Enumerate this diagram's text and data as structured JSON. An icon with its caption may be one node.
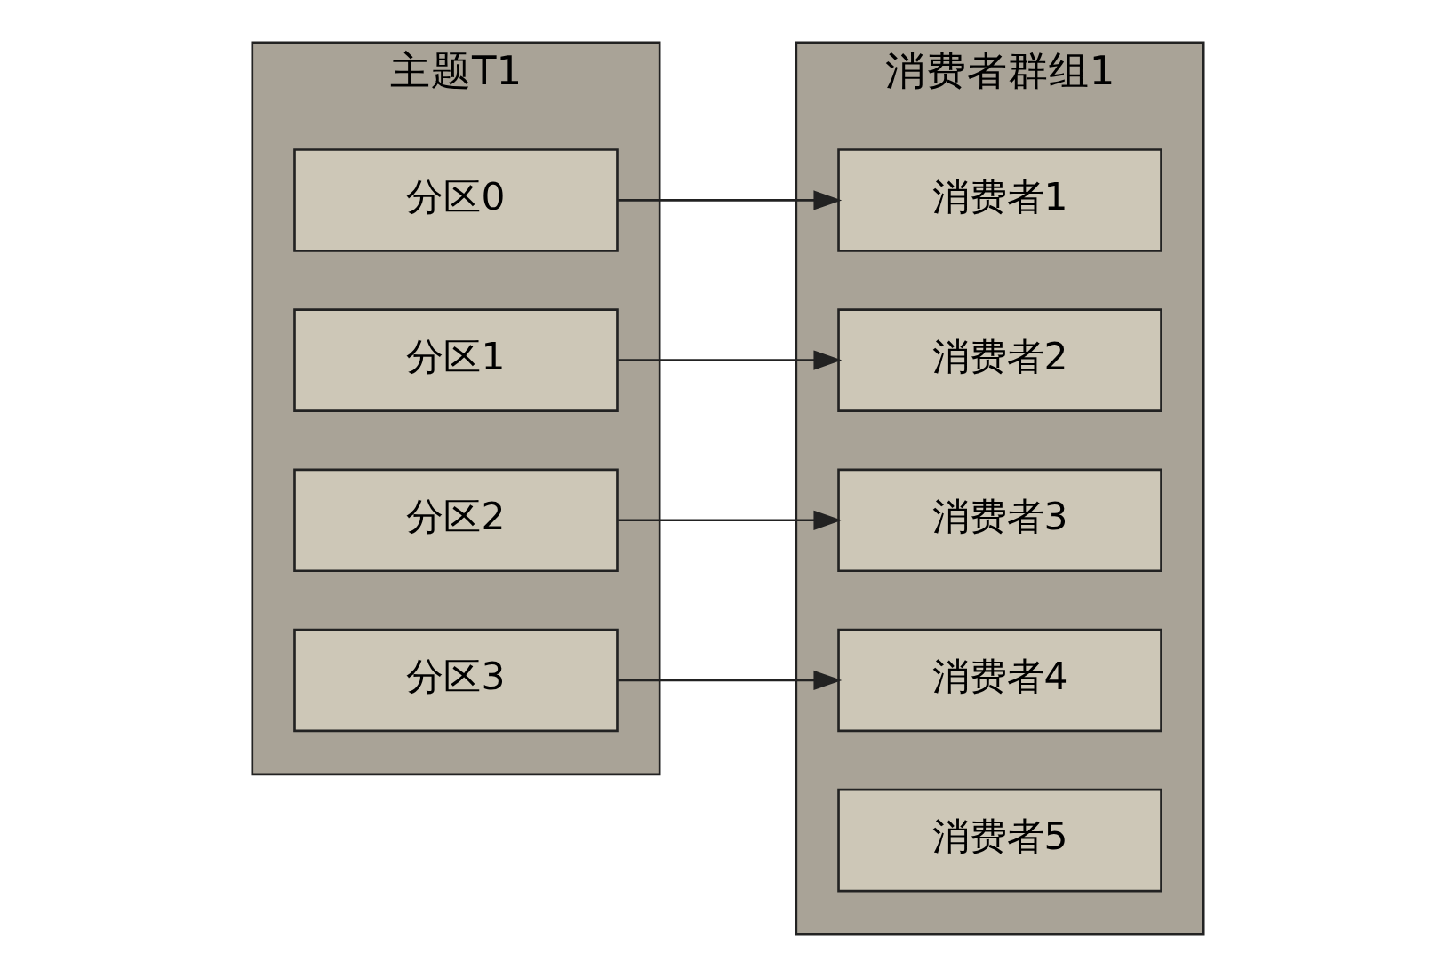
{
  "diagram": {
    "nodes": [
      {
        "text": [
          "主题T1"
        ]
      },
      {
        "text": [
          "分区0"
        ],
        "in": 0
      },
      {
        "text": [
          "分区1"
        ],
        "in": 0
      },
      {
        "text": [
          "分区2"
        ],
        "in": 0
      },
      {
        "text": [
          "分区3"
        ],
        "in": 0
      },
      {
        "text": [
          "消费者群组1"
        ]
      },
      {
        "text": [
          "消费者1"
        ],
        "in": 5
      },
      {
        "text": [
          "消费者2"
        ],
        "in": 5
      },
      {
        "text": [
          "消费者3"
        ],
        "in": 5
      },
      {
        "text": [
          "消费者4"
        ],
        "in": 5
      },
      {
        "text": [
          "消费者5"
        ],
        "in": 5
      }
    ],
    "edges": [
      {
        "from": 1,
        "to": 6,
        "arrow": "to"
      },
      {
        "from": 2,
        "to": 7,
        "arrow": "to"
      },
      {
        "from": 3,
        "to": 8,
        "arrow": "to"
      },
      {
        "from": 4,
        "to": 9,
        "arrow": "to"
      }
    ]
  }
}
